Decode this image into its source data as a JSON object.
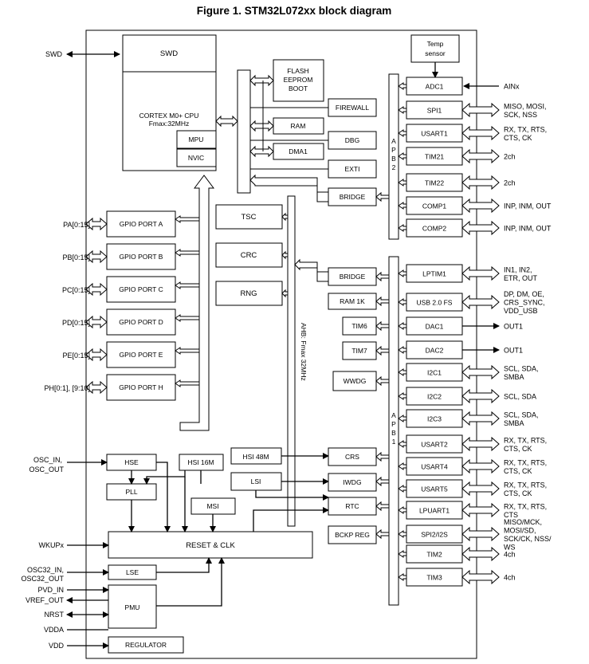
{
  "title": "Figure 1. STM32L072xx block diagram",
  "blocks": {
    "swd": "SWD",
    "cpu_line1": "CORTEX M0+ CPU",
    "cpu_line2": "Fmax:32MHz",
    "mpu": "MPU",
    "nvic": "NVIC",
    "flash_line1": "FLASH",
    "flash_line2": "EEPROM",
    "flash_line3": "BOOT",
    "firewall": "FIREWALL",
    "ram": "RAM",
    "dbg": "DBG",
    "dma1": "DMA1",
    "exti": "EXTI",
    "bridge_top": "BRIDGE",
    "bridge_bottom": "BRIDGE",
    "tsc": "TSC",
    "crc": "CRC",
    "rng": "RNG",
    "ram1k": "RAM 1K",
    "tim6": "TIM6",
    "tim7": "TIM7",
    "wwdg": "WWDG",
    "temp_line1": "Temp",
    "temp_line2": "sensor",
    "gpio_a": "GPIO PORT A",
    "gpio_b": "GPIO PORT B",
    "gpio_c": "GPIO PORT C",
    "gpio_d": "GPIO PORT D",
    "gpio_e": "GPIO PORT E",
    "gpio_h": "GPIO PORT H",
    "hse": "HSE",
    "hsi16": "HSI 16M",
    "pll": "PLL",
    "msi": "MSI",
    "hsi48": "HSI 48M",
    "lsi": "LSI",
    "crs": "CRS",
    "iwdg": "IWDG",
    "rtc": "RTC",
    "bckp": "BCKP REG",
    "reset_clk": "RESET & CLK",
    "lse": "LSE",
    "pmu": "PMU",
    "regulator": "REGULATOR"
  },
  "ahb_label": "AHB: Fmax 32MHz",
  "apb2": [
    "A",
    "P",
    "B",
    "2"
  ],
  "apb1": [
    "A",
    "P",
    "B",
    "1"
  ],
  "apb2_periph": [
    {
      "name": "ADC1",
      "ext": [
        "AINx"
      ]
    },
    {
      "name": "SPI1",
      "ext": [
        "MISO, MOSI,",
        "SCK, NSS"
      ]
    },
    {
      "name": "USART1",
      "ext": [
        "RX, TX, RTS,",
        "CTS, CK"
      ]
    },
    {
      "name": "TIM21",
      "ext": [
        "2ch"
      ]
    },
    {
      "name": "TIM22",
      "ext": [
        "2ch"
      ]
    },
    {
      "name": "COMP1",
      "ext": [
        "INP, INM, OUT"
      ]
    },
    {
      "name": "COMP2",
      "ext": [
        "INP, INM, OUT"
      ]
    }
  ],
  "apb1_periph": [
    {
      "name": "LPTIM1",
      "ext": [
        "IN1, IN2,",
        "ETR, OUT"
      ]
    },
    {
      "name": "USB 2.0 FS",
      "ext": [
        "DP, DM, OE,",
        "CRS_SYNC,",
        "VDD_USB"
      ]
    },
    {
      "name": "DAC1",
      "ext": [
        "OUT1"
      ]
    },
    {
      "name": "DAC2",
      "ext": [
        "OUT1"
      ]
    },
    {
      "name": "I2C1",
      "ext": [
        "SCL, SDA,",
        "SMBA"
      ]
    },
    {
      "name": "I2C2",
      "ext": [
        "SCL, SDA"
      ]
    },
    {
      "name": "I2C3",
      "ext": [
        "SCL, SDA,",
        "SMBA"
      ]
    },
    {
      "name": "USART2",
      "ext": [
        "RX, TX, RTS,",
        "CTS, CK"
      ]
    },
    {
      "name": "USART4",
      "ext": [
        "RX, TX, RTS,",
        "CTS, CK"
      ]
    },
    {
      "name": "USART5",
      "ext": [
        "RX, TX, RTS,",
        "CTS, CK"
      ]
    },
    {
      "name": "LPUART1",
      "ext": [
        "RX, TX, RTS,",
        "CTS"
      ]
    },
    {
      "name": "SPI2/I2S",
      "ext": [
        "MISO/MCK,",
        "MOSI/SD,",
        "SCK/CK, NSS/",
        "WS"
      ]
    },
    {
      "name": "TIM2",
      "ext": [
        "4ch"
      ]
    },
    {
      "name": "TIM3",
      "ext": [
        "4ch"
      ]
    }
  ],
  "left_pins": {
    "swd": "SWD",
    "pa": "PA[0:15]",
    "pb": "PB[0:15]",
    "pc": "PC[0:15]",
    "pd": "PD[0:15]",
    "pe": "PE[0:15]",
    "ph": "PH[0:1], [9:10]",
    "osc_in": "OSC_IN,",
    "osc_out": "OSC_OUT",
    "wkup": "WKUPx",
    "osc32_in": "OSC32_IN,",
    "osc32_out": "OSC32_OUT",
    "pvd_in": "PVD_IN",
    "vref_out": "VREF_OUT",
    "nrst": "NRST",
    "vdda": "VDDA",
    "vdd": "VDD"
  }
}
